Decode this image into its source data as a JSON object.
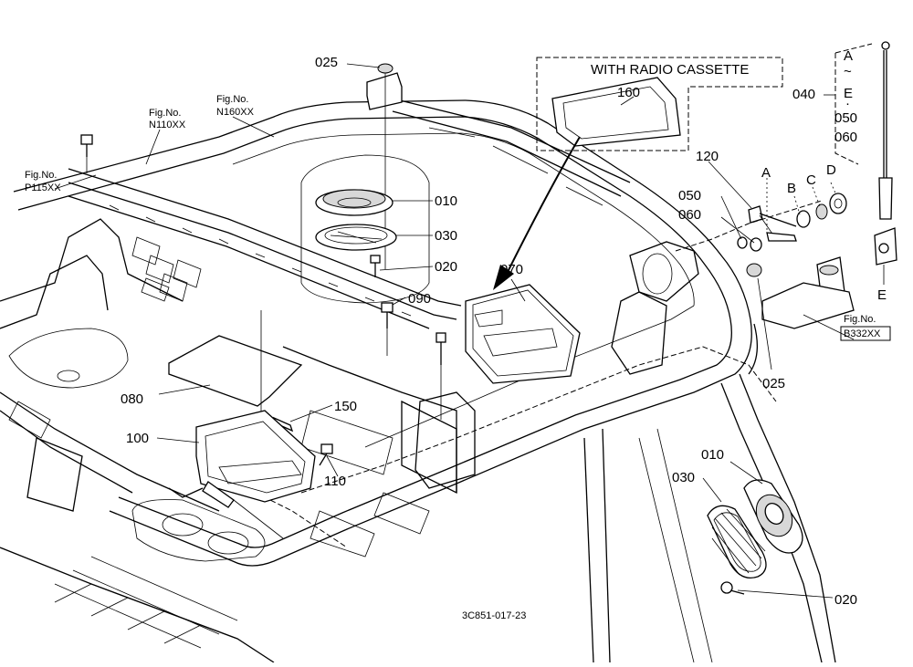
{
  "diagram": {
    "callout_title": "WITH RADIO CASSETTE",
    "drawing_number": "3C851-017-23",
    "antenna_group": {
      "letters": [
        "A",
        "~",
        "E",
        "·"
      ],
      "parts": [
        "050",
        "060"
      ]
    },
    "fig_refs": {
      "n110": [
        "Fig.No.",
        "N110XX"
      ],
      "n160": [
        "Fig.No.",
        "N160XX"
      ],
      "p115": [
        "Fig.No.",
        "P115XX"
      ],
      "b332": [
        "Fig.No.",
        "B332XX"
      ]
    },
    "labels": {
      "p025_top": "025",
      "p160": "160",
      "p040": "040",
      "p120": "120",
      "pA": "A",
      "pB": "B",
      "pC": "C",
      "pD": "D",
      "p050": "050",
      "p060": "060",
      "p010_top": "010",
      "p030_top": "030",
      "p020_top": "020",
      "p070": "070",
      "p090": "090",
      "pE": "E",
      "p025_right": "025",
      "p080": "080",
      "p150": "150",
      "p100": "100",
      "p110": "110",
      "p010_bottom": "010",
      "p030_bottom": "030",
      "p020_bottom": "020"
    }
  }
}
